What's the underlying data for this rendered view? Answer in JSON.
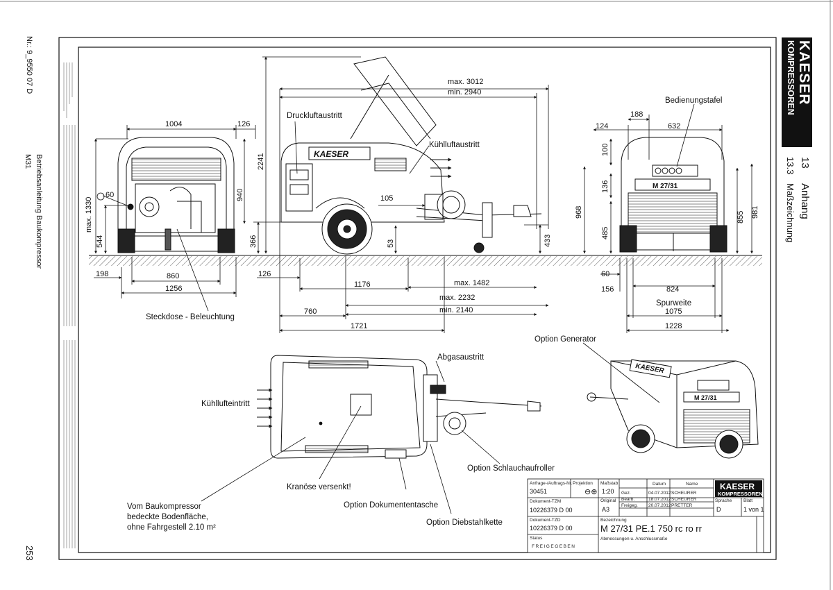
{
  "header": {
    "brand_line1": "KAESER",
    "brand_line2": "KOMPRESSOREN",
    "chapter_number": "13",
    "chapter_title": "Anhang",
    "section_number": "13.3",
    "section_title": "Maßzeichnung"
  },
  "margin": {
    "doc_number": "Nr.: 9_9550 07 D",
    "manual_title": "Betriebsanleitung   Baukompressor",
    "model_code": "M31",
    "page_number": "253"
  },
  "labels": {
    "druckluftaustritt": "Druckluftaustritt",
    "kuehlluftaustritt": "Kühlluftaustritt",
    "bedienungstafel": "Bedienungstafel",
    "steckdose": "Steckdose - Beleuchtung",
    "spurweite": "Spurweite",
    "abgasaustritt": "Abgasaustritt",
    "kuehllufteintritt": "Kühllufteintritt",
    "option_generator": "Option Generator",
    "option_schlauchaufroller": "Option Schlauchaufroller",
    "kranoese": "Kranöse versenkt!",
    "option_dokumententasche": "Option Dokumententasche",
    "option_diebstahlkette": "Option Diebstahlkette",
    "floor_note_1": "Vom Baukompressor",
    "floor_note_2": "bedeckte Bodenfläche,",
    "floor_note_3": "ohne Fahrgestell 2.10 m²"
  },
  "dimensions": {
    "front_width_top": "1004",
    "front_side_top": "126",
    "front_height_940": "940",
    "front_max_1330": "max. 1330",
    "front_60": "60",
    "front_544": "544",
    "front_198": "198",
    "front_860": "860",
    "front_1256": "1256",
    "side_max_3012": "max. 3012",
    "side_min_2940": "min.  2940",
    "side_2241": "2241",
    "side_366": "366",
    "side_105": "105",
    "side_53": "53",
    "side_433": "433",
    "side_126": "126",
    "side_1176": "1176",
    "side_max_1482": "max. 1482",
    "side_max_2232": "max. 2232",
    "side_min_2140": "min.  2140",
    "side_760": "760",
    "side_1721": "1721",
    "rear_188": "188",
    "rear_124": "124",
    "rear_632": "632",
    "rear_100": "100",
    "rear_136": "136",
    "rear_968": "968",
    "rear_485": "485",
    "rear_855": "855",
    "rear_981": "981",
    "rear_60": "60",
    "rear_156": "156",
    "rear_824": "824",
    "rear_1075": "1075",
    "rear_1228": "1228"
  },
  "machine": {
    "hood_brand": "KAESER",
    "panel_text": "M 27/31"
  },
  "title_block": {
    "auftrag_label": "Anfrage-/Auftrags-Nr.",
    "auftrag_value": "30451",
    "projektion_label": "Projektion",
    "massstab_label": "Maßstab",
    "massstab_value": "1:20",
    "datum_label": "Datum",
    "name_label": "Name",
    "gez_label": "Gez.",
    "gez_date": "04.07.2012",
    "gez_name": "SCHEURER",
    "bearb_label": "Bearb.",
    "bearb_date": "18.07.2012",
    "bearb_name": "SCHEURER",
    "freigeg_label": "Freigeg.",
    "freigeg_date": "20.07.2012",
    "freigeg_name": "PRETTER",
    "original_label": "Original",
    "original_value": "A3",
    "sprache_label": "Sprache",
    "sprache_value": "D",
    "blatt_label": "Blatt",
    "blatt_value": "1 von 1",
    "dokument_label": "Dokument-TZM",
    "dokument_value": "10226379  D 00",
    "dokument_tzd_label": "Dokument-TZD",
    "dokument_tzd_value": "10226379  D 00",
    "bezeichnung_label": "Bezeichnung",
    "bezeichnung_value": "M 27/31 PE.1 750 rc ro rr",
    "bezeichnung_sub": "Abmessungen u. Anschlussmaße",
    "status_label": "Status",
    "status_value": "FREIGEGEBEN",
    "brand_line1": "KAESER",
    "brand_line2": "KOMPRESSOREN"
  },
  "colors": {
    "line": "#222222",
    "brand_bg": "#111111",
    "brand_fg": "#ffffff"
  }
}
